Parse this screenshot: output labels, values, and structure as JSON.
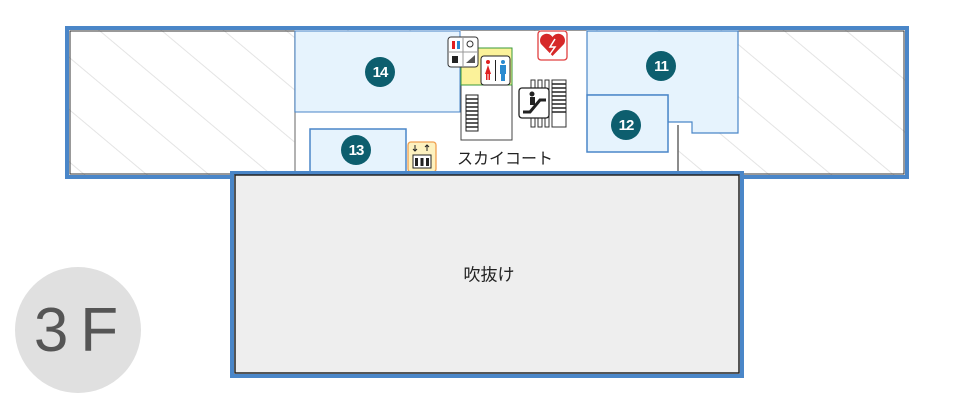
{
  "floor": {
    "label": "3F"
  },
  "areas": {
    "atrium": "吹抜け",
    "sky_court": "スカイコート"
  },
  "rooms": [
    {
      "number": "14"
    },
    {
      "number": "13"
    },
    {
      "number": "11"
    },
    {
      "number": "12"
    }
  ],
  "icons": [
    "restroom-icon",
    "multipurpose-restroom-icon",
    "elevator-icon",
    "escalator-icon",
    "stairs-icon",
    "aed-icon"
  ],
  "colors": {
    "border": "#4a86c8",
    "room_fill": "#e6f3fd",
    "badge": "#0d5e6e",
    "atrium": "#eeeeee"
  }
}
